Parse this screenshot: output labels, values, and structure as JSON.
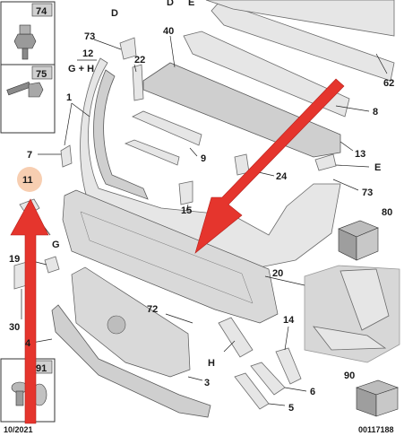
{
  "labels": {
    "l74": "74",
    "l75": "75",
    "l91": "91",
    "lD": "D",
    "l73a": "73",
    "l12": "12",
    "lGH": "G + H",
    "l22": "22",
    "l40": "40",
    "l62": "62",
    "l1": "1",
    "l8": "8",
    "l7": "7",
    "l9": "9",
    "l13": "13",
    "lE": "E",
    "l11": "11",
    "l24": "24",
    "l73b": "73",
    "l15": "15",
    "l80": "80",
    "lG": "G",
    "l19": "19",
    "l20": "20",
    "l30": "30",
    "l72": "72",
    "l14": "14",
    "l4": "4",
    "lH": "H",
    "l3": "3",
    "l6": "6",
    "l90": "90",
    "l5": "5",
    "lDate": "10/2021",
    "lRef": "00117188",
    "lTopD": "D",
    "lTopE": "E"
  },
  "colors": {
    "arrow": "#e5352d",
    "highlight": "#f6c9a8",
    "part_fill": "#e6e6e6",
    "box_fill": "#d7d7d7"
  }
}
